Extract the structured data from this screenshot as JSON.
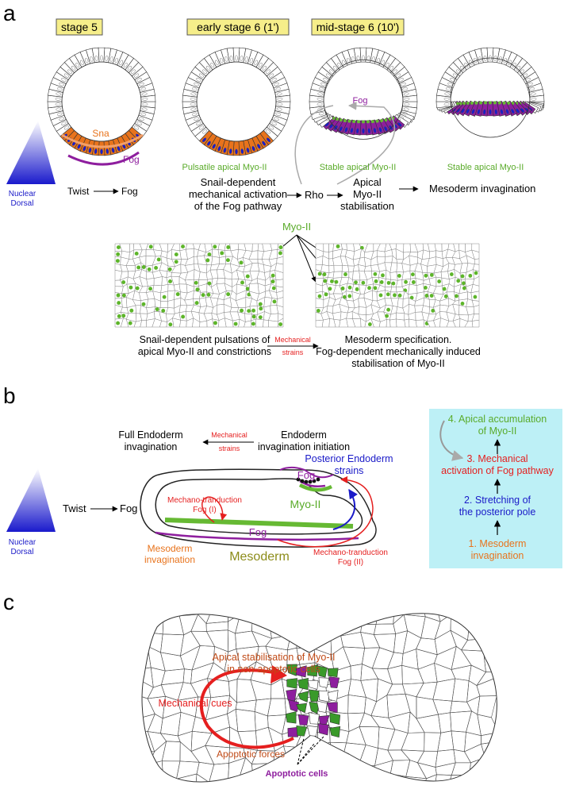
{
  "panel_a": {
    "letter": "a",
    "stage_labels": [
      "stage 5",
      "early stage 6 (1')",
      "mid-stage 6 (10')"
    ],
    "gradient_label_1": "Nuclear",
    "gradient_label_2": "Dorsal",
    "sna": "Sna",
    "fog": "Fog",
    "fog_top": "Fog",
    "pulsatile": "Pulsatile apical Myo-II",
    "stable1": "Stable apical Myo-II",
    "stable2": "Stable apical Myo-II",
    "twist_fog": {
      "twist": "Twist",
      "fog": "Fog"
    },
    "snail_text": [
      "Snail-dependent",
      "mechanical activation",
      "of the Fog pathway"
    ],
    "rho": "Rho",
    "apical_text": [
      "Apical",
      "Myo-II",
      "stabilisation"
    ],
    "mesoderm_invagination": "Mesoderm invagination",
    "myo_label": "Myo-II",
    "caption_left": [
      "Snail-dependent pulsations of",
      "apical Myo-II and constrictions"
    ],
    "mech_strains": [
      "Mechanical",
      "strains"
    ],
    "caption_right": [
      "Mesoderm specification.",
      "Fog-dependent mechanically induced",
      "stabilisation of Myo-II"
    ]
  },
  "panel_b": {
    "letter": "b",
    "full_endoderm": [
      "Full Endoderm",
      "invagination"
    ],
    "mech_strains": [
      "Mechanical",
      "strains"
    ],
    "endoderm_init": [
      "Endoderm",
      "invagination initiation"
    ],
    "posterior": [
      "Posterior Endoderm",
      "strains"
    ],
    "fog_top": "Fog",
    "myo": "Myo-II",
    "mechano1": [
      "Mechano-tranduction",
      "Fog (I)"
    ],
    "fog_bottom": "Fog",
    "mesoderm_inv": [
      "Mesoderm",
      "invagination"
    ],
    "mesoderm": "Mesoderm",
    "mechano2": [
      "Mechano-tranduction",
      "Fog (II)"
    ],
    "twist_fog": {
      "twist": "Twist",
      "fog": "Fog"
    },
    "gradient_label_1": "Nuclear",
    "gradient_label_2": "Dorsal",
    "steps": [
      "4. Apical accumulation",
      "of Myo-II",
      "3. Mechanical",
      "activation of Fog pathway",
      "2. Stretching of",
      "the posterior pole",
      "1. Mesoderm",
      "invagination"
    ]
  },
  "panel_c": {
    "letter": "c",
    "apical_stab": [
      "Apical stabilisation of Myo-II",
      "in non-apoptotic cells"
    ],
    "mech_cues": "Mechanical cues",
    "apoptotic_forces": "Apoptotic forces",
    "apoptotic_cells": "Apoptotic cells"
  },
  "colors": {
    "orange": "#e8731c",
    "purple": "#8e1e9e",
    "green": "#66b933",
    "blue": "#1a1ac8",
    "red": "#e51f1f",
    "yellow_box": "#f6ee8a",
    "cyan_box": "#bdf0f6",
    "brown_text": "#c04a16"
  }
}
